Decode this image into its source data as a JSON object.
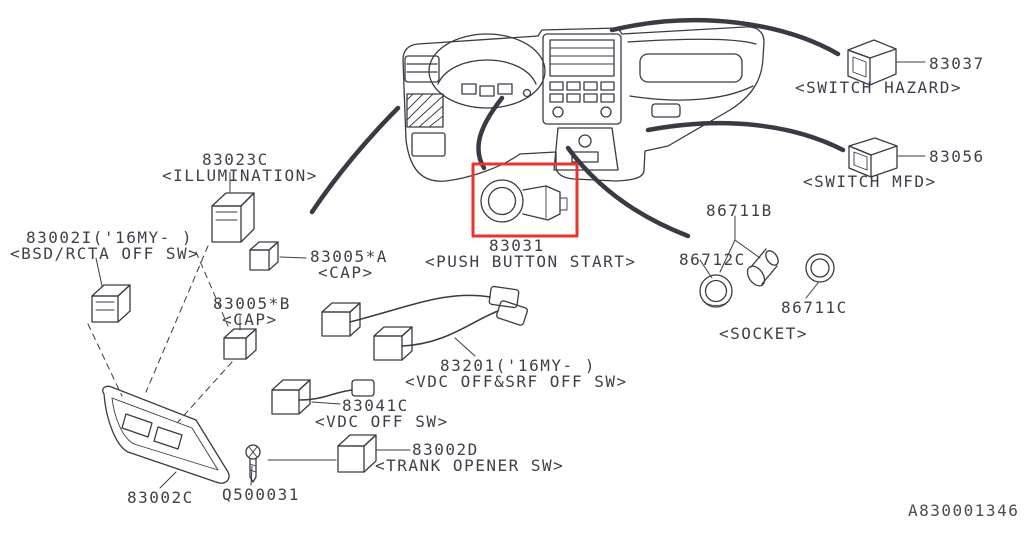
{
  "page": {
    "background": "#ffffff",
    "line_color": "#3a3a44",
    "text_color": "#3f3f49",
    "highlight_color": "#e8342a",
    "doc_number": "A830001346"
  },
  "parts": {
    "illumination": {
      "number": "83023C",
      "name": "<ILLUMINATION>"
    },
    "bsd_rcta_off_sw": {
      "number": "83002I('16MY- )",
      "name": "<BSD/RCTA OFF SW>"
    },
    "cap_a": {
      "number": "83005*A",
      "name": "<CAP>"
    },
    "cap_b": {
      "number": "83005*B",
      "name": "<CAP>"
    },
    "push_button_start": {
      "number": "83031",
      "name": "<PUSH BUTTON START>"
    },
    "switch_hazard": {
      "number": "83037",
      "name": "<SWITCH HAZARD>"
    },
    "switch_mfd": {
      "number": "83056",
      "name": "<SWITCH MFD>"
    },
    "socket_holder": {
      "number": "86711B"
    },
    "socket_cup": {
      "number": "86712C"
    },
    "socket_ring": {
      "number": "86711C"
    },
    "socket_group": {
      "name": "<SOCKET>"
    },
    "vdc_srf_harness": {
      "number": "83201('16MY- )",
      "name": "<VDC OFF&SRF OFF SW>"
    },
    "vdc_off_sw": {
      "number": "83041C",
      "name": "<VDC OFF SW>"
    },
    "trank_opener_sw": {
      "number": "83002D",
      "name": "<TRANK OPENER SW>"
    },
    "trim_panel": {
      "number": "83002C"
    },
    "screw": {
      "number": "Q500031"
    }
  }
}
